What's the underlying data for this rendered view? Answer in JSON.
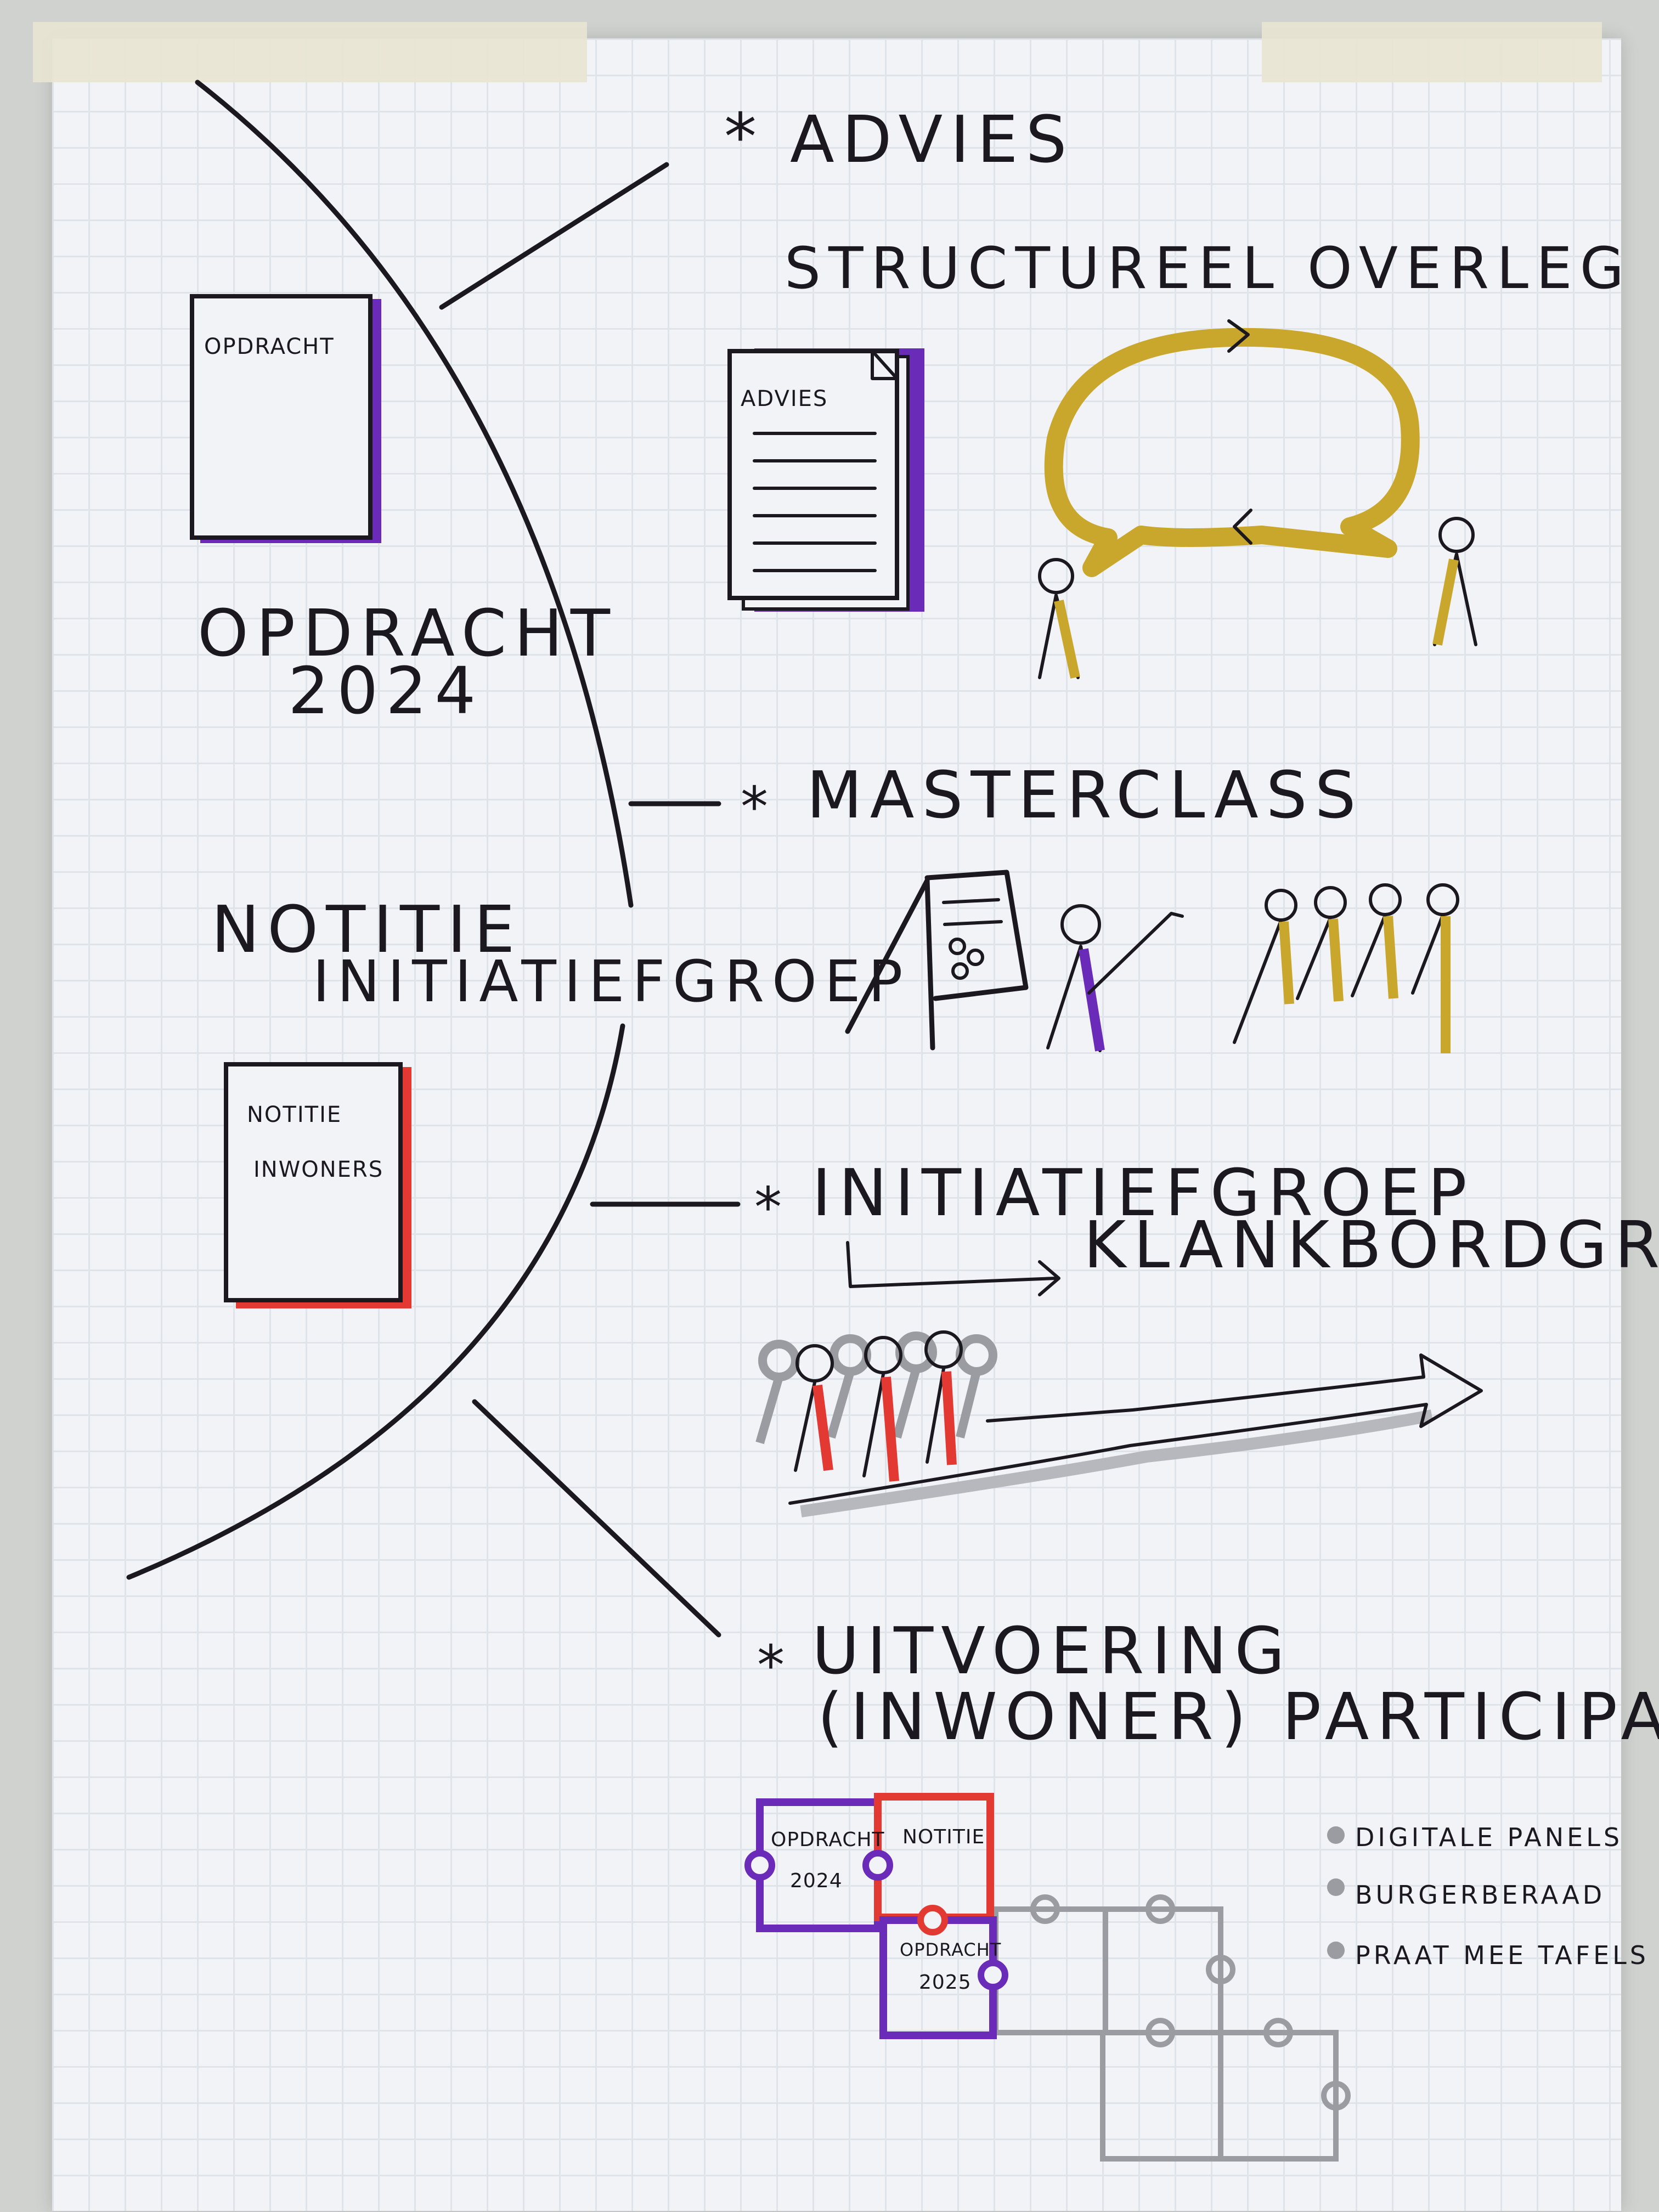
{
  "sections": {
    "advies": {
      "title": "ADVIES",
      "subtitle": "STRUCTUREEL OVERLEG",
      "doc_label": "ADVIES"
    },
    "masterclass": {
      "title": "MASTERCLASS"
    },
    "initiatiefgroep": {
      "title": "INITIATIEFGROEP",
      "subtitle": "KLANKBORDGROEP"
    },
    "uitvoering": {
      "title": "UITVOERING",
      "subtitle": "(INWONER) PARTICIPATIE"
    }
  },
  "left": {
    "doc1_label": "OPDRACHT",
    "heading1_line1": "OPDRACHT",
    "heading1_line2": "2024",
    "heading2_line1": "NOTITIE",
    "heading2_line2": "INITIATIEFGROEP",
    "doc2_line1": "NOTITIE",
    "doc2_line2": "INWONERS"
  },
  "puzzle": {
    "piece1_line1": "OPDRACHT",
    "piece1_line2": "2024",
    "piece2_line1": "NOTITIE",
    "piece3_line1": "OPDRACHT",
    "piece3_line2": "2025"
  },
  "bullets": [
    "DIGITALE PANELS",
    "BURGERBERAAD",
    "PRAAT MEE TAFELS"
  ],
  "colors": {
    "ink": "#1b1820",
    "purple": "#6a2bb8",
    "red": "#e23a33",
    "gold": "#c9a62c",
    "grey": "#9a9ca1"
  },
  "marks": {
    "asterisk": "*"
  }
}
